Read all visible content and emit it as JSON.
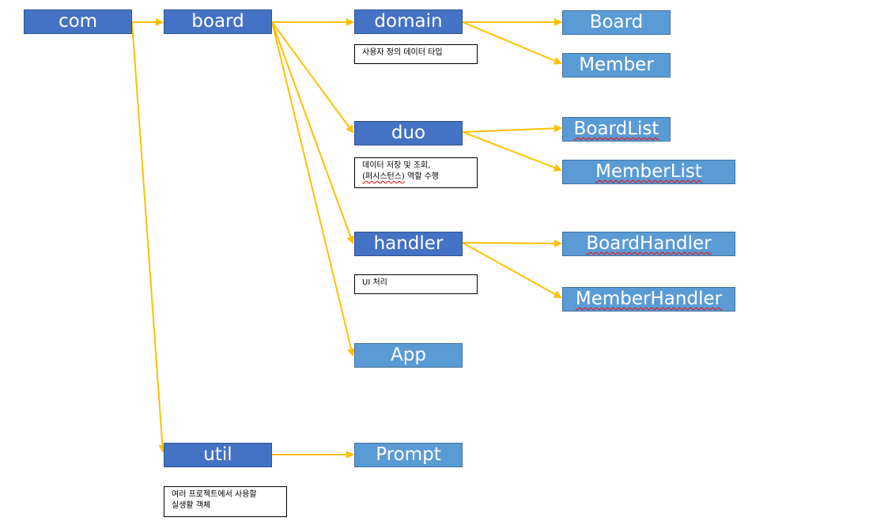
{
  "nodes": {
    "com": "com",
    "board": "board",
    "domain": "domain",
    "duo": "duo",
    "handler": "handler",
    "app": "App",
    "util": "util",
    "prompt": "Prompt",
    "board_class": "Board",
    "member": "Member",
    "board_list": "BoardList",
    "member_list": "MemberList",
    "board_handler": "BoardHandler",
    "member_handler": "MemberHandler"
  },
  "notes": {
    "domain": "사용자 정의 데이터 타입",
    "duo_line1": "데이터 저장 및 조회,",
    "duo_line2_term": "(퍼시스턴스)",
    "duo_line2_rest": " 역할 수행",
    "handler": "UI 처리",
    "util_line1": "여러 프로젝트에서 사용할",
    "util_line2": "실생활 객체"
  },
  "colors": {
    "dark_node": "#4472c4",
    "light_node": "#5b9bd5",
    "arrow": "#ffc000"
  }
}
